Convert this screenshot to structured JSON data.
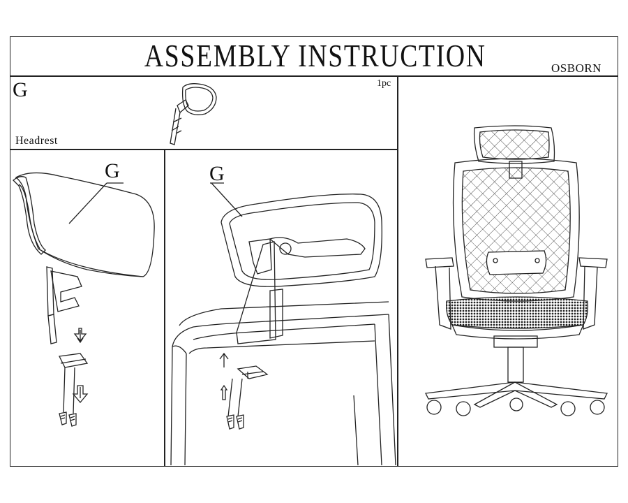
{
  "header": {
    "title": "ASSEMBLY INSTRUCTION",
    "brand": "OSBORN"
  },
  "part_panel": {
    "part_letter": "G",
    "quantity": "1pc",
    "part_name": "Headrest"
  },
  "step_panel_1": {
    "callout": "G"
  },
  "step_panel_2": {
    "callout": "G"
  }
}
